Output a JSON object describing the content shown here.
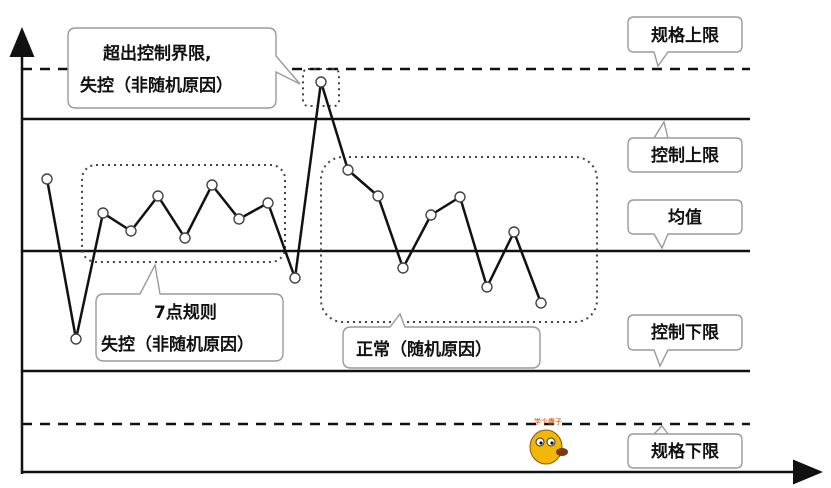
{
  "labels": {
    "usl": "规格上限",
    "ucl": "控制上限",
    "mean": "均值",
    "lcl": "控制下限",
    "lsl": "规格下限"
  },
  "callouts": {
    "out_of_limit_line1": "超出控制界限,",
    "out_of_limit_line2": "失控（非随机原因）",
    "seven_point_line1": "7点规则",
    "seven_point_line2": "失控（非随机原因）",
    "normal": "正常（随机原因）"
  },
  "mascot_caption": "学个囊子",
  "colors": {
    "line": "#111111",
    "box_border": "#9a9a9a",
    "mascot": "#f2b705"
  }
}
